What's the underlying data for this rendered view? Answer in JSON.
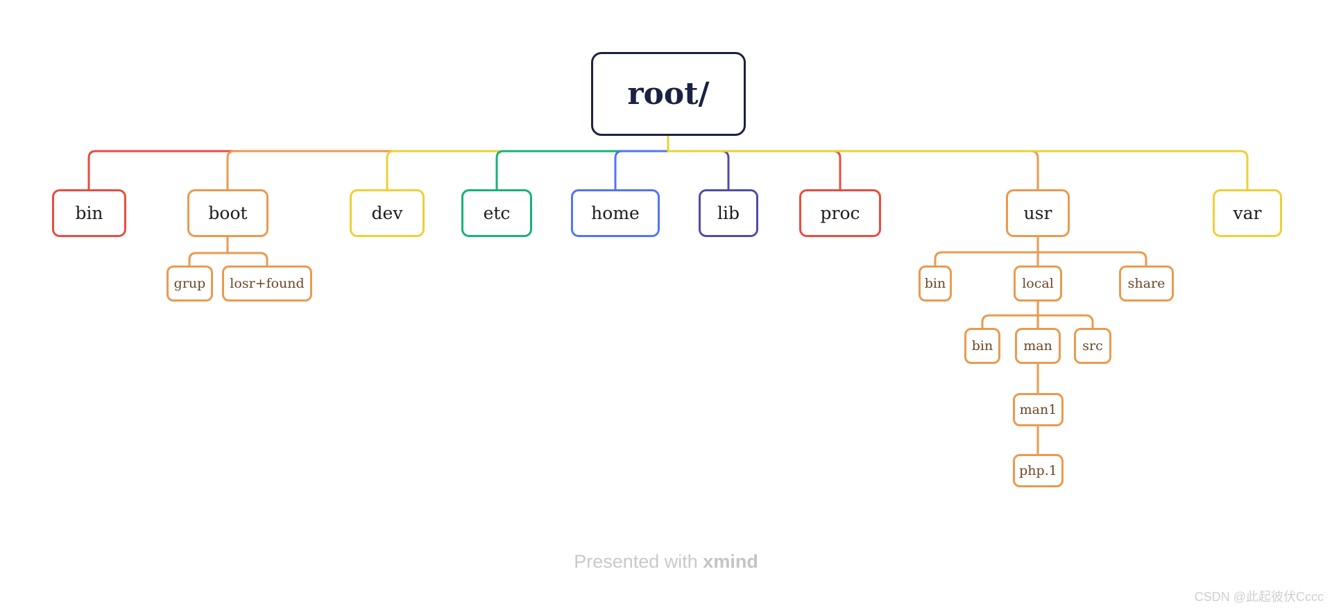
{
  "palette": {
    "red": "#ea4c3f",
    "orange": "#ea9a4f",
    "yellow": "#edd035",
    "green": "#16b377",
    "blue": "#5175f5",
    "indigo": "#514ba6",
    "navy": "#1b2142",
    "sub_text_brown": "#6b4423",
    "level1_text": "#1c1c1c",
    "watermark_gray": "#c9c9c9"
  },
  "tree": {
    "label": "root/",
    "color": "navy",
    "children": [
      {
        "label": "bin",
        "color": "red"
      },
      {
        "label": "boot",
        "color": "orange",
        "children": [
          {
            "label": "grup",
            "color": "orange"
          },
          {
            "label": "losr+found",
            "color": "orange"
          }
        ]
      },
      {
        "label": "dev",
        "color": "yellow"
      },
      {
        "label": "etc",
        "color": "green"
      },
      {
        "label": "home",
        "color": "blue"
      },
      {
        "label": "lib",
        "color": "indigo"
      },
      {
        "label": "proc",
        "color": "red"
      },
      {
        "label": "usr",
        "color": "orange",
        "children": [
          {
            "label": "bin",
            "color": "orange"
          },
          {
            "label": "local",
            "color": "orange",
            "children": [
              {
                "label": "bin",
                "color": "orange"
              },
              {
                "label": "man",
                "color": "orange",
                "children": [
                  {
                    "label": "man1",
                    "color": "orange",
                    "children": [
                      {
                        "label": "php.1",
                        "color": "orange"
                      }
                    ]
                  }
                ]
              },
              {
                "label": "src",
                "color": "orange"
              }
            ]
          },
          {
            "label": "share",
            "color": "orange"
          }
        ]
      },
      {
        "label": "var",
        "color": "yellow"
      }
    ]
  },
  "footer": {
    "watermark_prefix": "Presented with ",
    "watermark_brand": "xmind",
    "credit": "CSDN @此起彼伏Cccc"
  }
}
